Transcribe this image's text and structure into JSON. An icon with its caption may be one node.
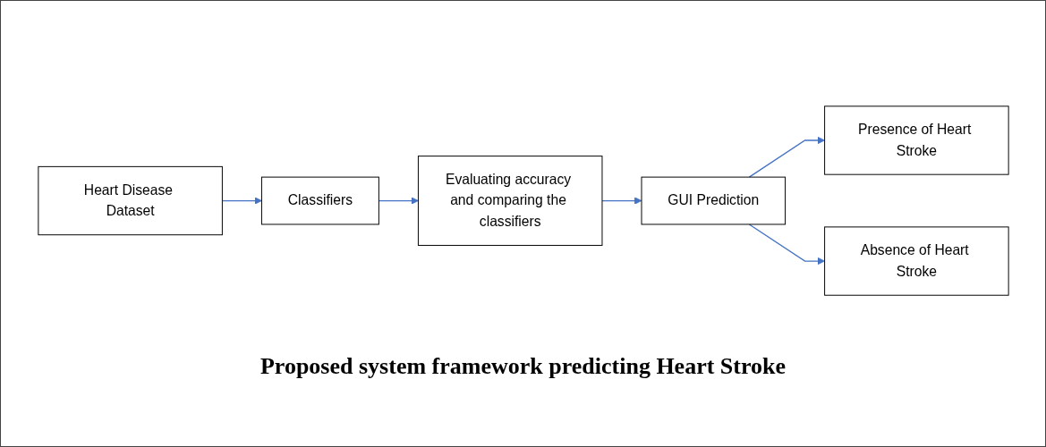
{
  "diagram": {
    "caption": "Proposed system framework predicting Heart Stroke",
    "nodes": [
      {
        "text": [
          "Heart Disease Dataset"
        ]
      },
      {
        "text": [
          "Classifiers"
        ]
      },
      {
        "text": [
          "Evaluating accuracy and comparing the classifiers"
        ]
      },
      {
        "text": [
          "GUI Prediction"
        ]
      },
      {
        "text": [
          "Presence of Heart Stroke"
        ]
      },
      {
        "text": [
          "Absence of Heart Stroke"
        ]
      }
    ],
    "edges": [
      {
        "from": 0,
        "to": 1,
        "arrow": "to"
      },
      {
        "from": 1,
        "to": 2,
        "arrow": "to"
      },
      {
        "from": 2,
        "to": 3,
        "arrow": "to"
      },
      {
        "from": 3,
        "to": 4,
        "arrow": "to"
      },
      {
        "from": 3,
        "to": 5,
        "arrow": "to"
      }
    ]
  }
}
